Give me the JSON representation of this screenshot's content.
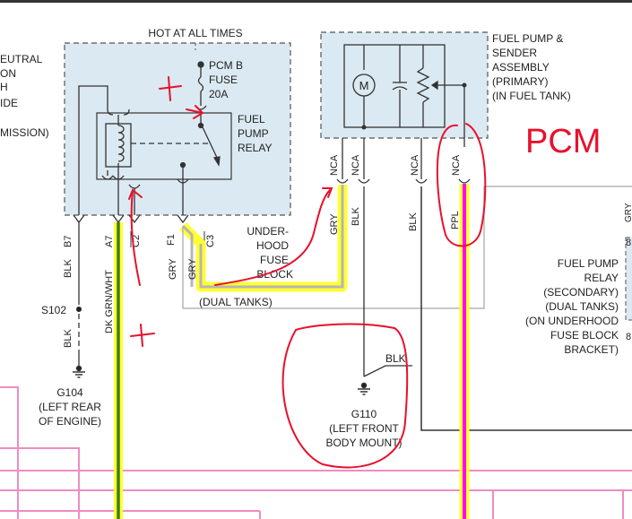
{
  "colors": {
    "box_fill": "#dbe9f2",
    "wire_black": "#333333",
    "wire_gray": "#b5b5b5",
    "highlight_yellow": "#ffff33",
    "highlight_magenta": "#ff00ff",
    "highlight_green": "#3a7d1e",
    "ink_red": "#e8102c",
    "pink_lines": "#f08cc0"
  },
  "left_edge": {
    "lines": [
      "EUTRAL",
      "ON",
      "H",
      "IDE",
      "",
      "MISSION)"
    ]
  },
  "relay_box": {
    "hot_label": "HOT AT ALL TIMES",
    "fuse_label": [
      "PCM B",
      "FUSE",
      "20A"
    ],
    "relay_label": [
      "FUEL",
      "PUMP",
      "RELAY"
    ]
  },
  "pins": {
    "b7": "B7",
    "a7": "A7",
    "c2": "C2",
    "f1": "F1",
    "c3": "C3"
  },
  "wires": {
    "blk_left": "BLK",
    "dk_grn_wht": "DK GRN/WHT",
    "gry_1": "GRY",
    "gry_2": "GRY",
    "gry_pump": "GRY",
    "blk_pump": "BLK",
    "blk_pump2": "BLK",
    "ppl": "PPL",
    "blk_ground": "BLK",
    "blk_s102": "BLK"
  },
  "underhood": [
    "UNDER-",
    "HOOD",
    "FUSE",
    "BLOCK"
  ],
  "dual_tanks": "(DUAL TANKS)",
  "splice": "S102",
  "ground_g104": [
    "G104",
    "(LEFT REAR",
    "OF ENGINE)"
  ],
  "ground_g110": [
    "G110",
    "(LEFT FRONT",
    "BODY MOUNT)"
  ],
  "pump_box": {
    "label": [
      "FUEL PUMP &",
      "SENDER",
      "ASSEMBLY",
      "(PRIMARY)",
      "(IN FUEL TANK)"
    ],
    "motor": "M",
    "conn_labels": [
      "NCA",
      "NCA",
      "NCA",
      "NCA"
    ]
  },
  "relay2": {
    "label": [
      "FUEL PUMP",
      "RELAY",
      "(SECONDARY)",
      "(DUAL TANKS)",
      "(ON UNDERHOOD",
      "FUSE BLOCK",
      "BRACKET)"
    ],
    "pin_a": "8",
    "pin_b": "8",
    "edge_text": "GRY"
  },
  "annotations": {
    "pcm": "PCM",
    "plus_1": "+",
    "plus_2": "+"
  }
}
